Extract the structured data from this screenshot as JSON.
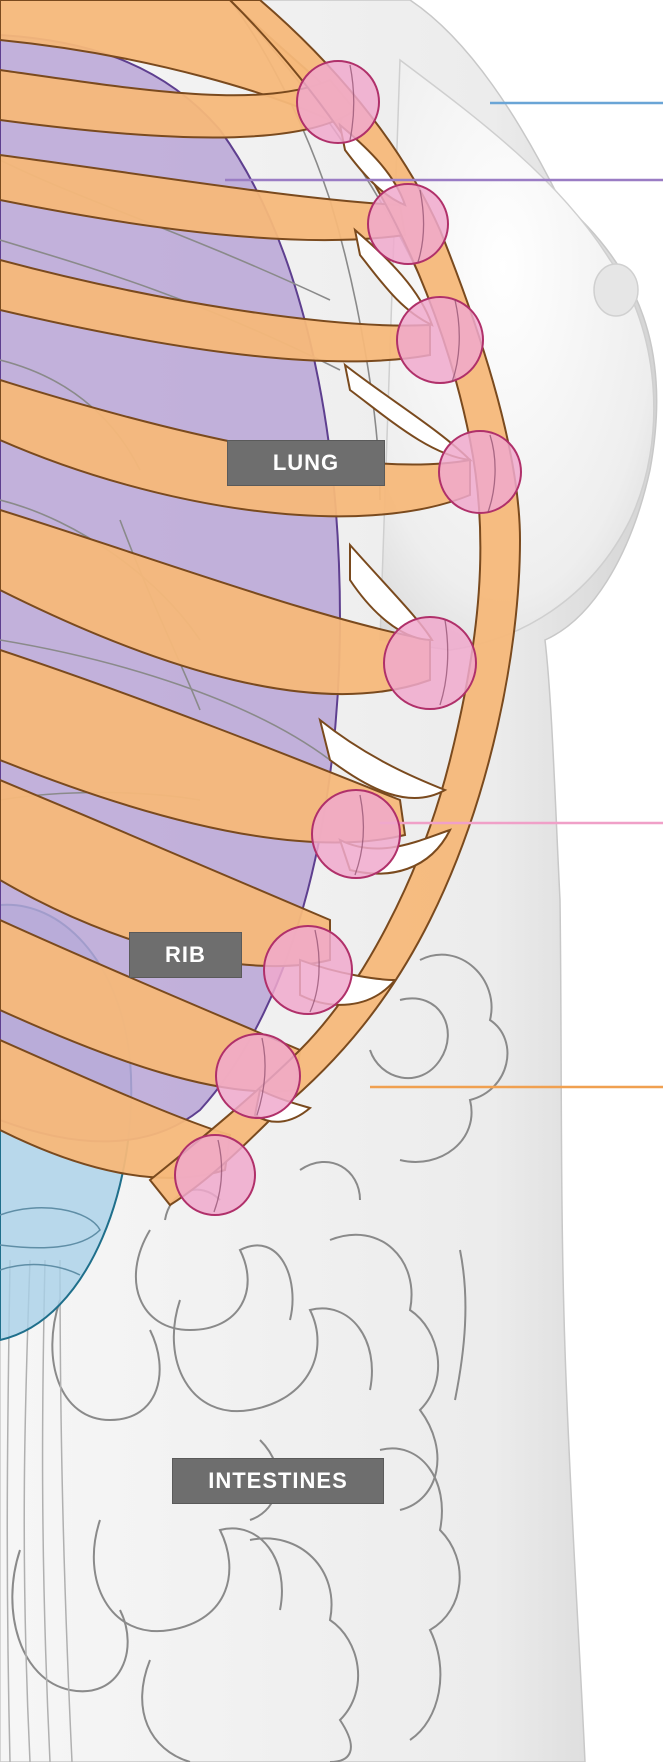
{
  "labels": {
    "lung": "LUNG",
    "rib": "RIB",
    "intestines": "INTESTINES"
  },
  "colors": {
    "rib_fill": "#f5b87a",
    "rib_stroke": "#7a4a1e",
    "lung_fill": "#b8a4d6",
    "lung_stroke": "#5e3f8f",
    "cartilage_joint": "#f0a9cc",
    "joint_stroke": "#b0306a",
    "liver_fill": "#a9d1e8",
    "liver_stroke": "#1f6f8b",
    "body_fill": "#f2f2f2",
    "outline_gray": "#8a8a8a",
    "leader_blue": "#6aa5d6",
    "leader_purple": "#9a7cc4",
    "leader_pink": "#f0a0c8",
    "leader_orange": "#f0a050",
    "label_bg": "#6e6e6e"
  }
}
